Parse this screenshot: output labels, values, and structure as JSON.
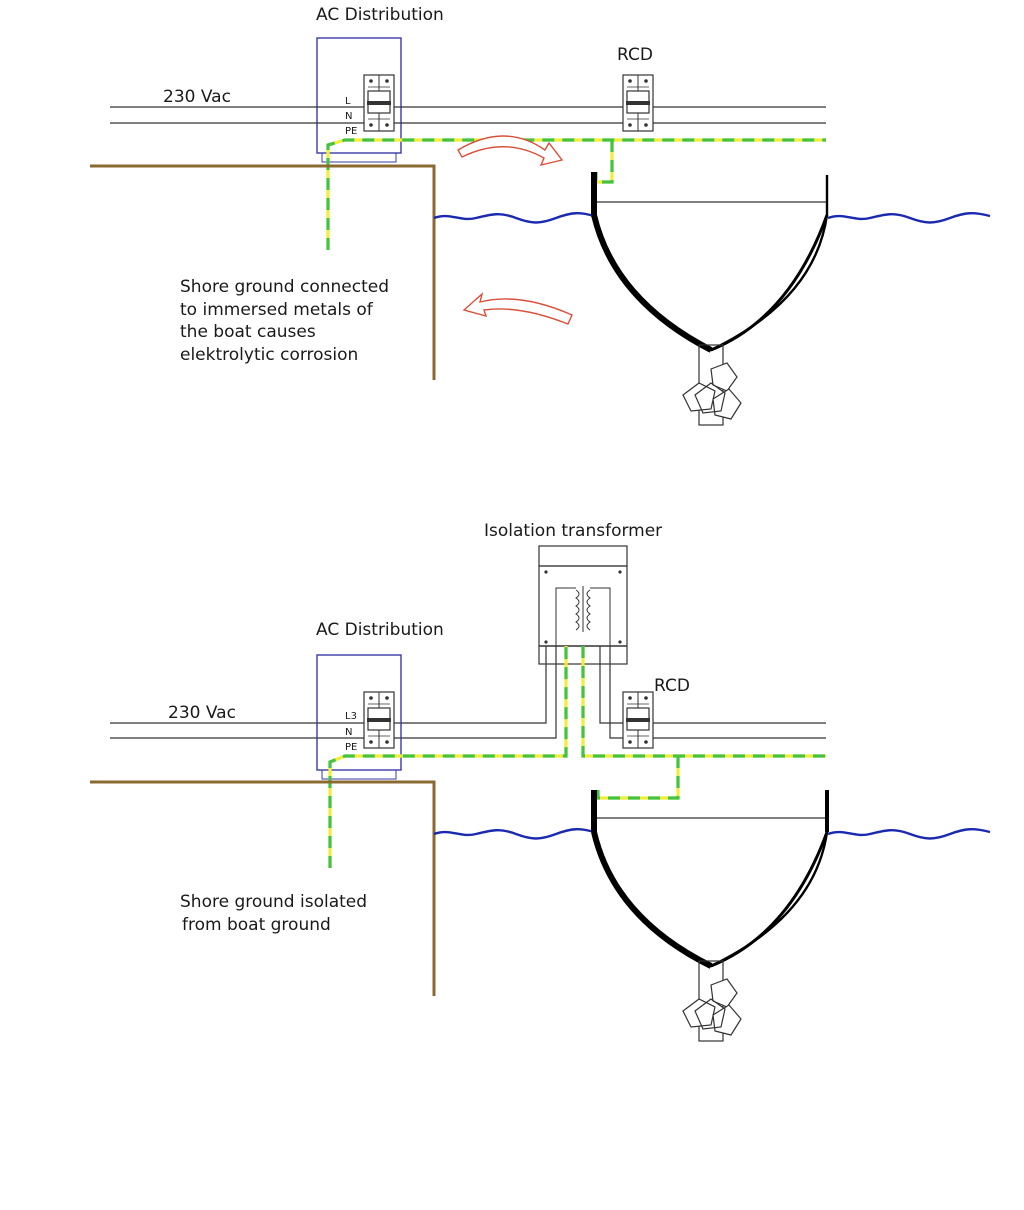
{
  "colors": {
    "background": "#ffffff",
    "power_line": "#333333",
    "distribution_box": "#3a3aa8",
    "earth_green": "#44c244",
    "earth_yellow": "#f0ee3a",
    "quay": "#8b6a30",
    "water": "#1a2ab0",
    "hull": "#000000",
    "arrow_outline": "#d9503a"
  },
  "top_panel": {
    "supply_label": "230 Vac",
    "distribution_label": "AC Distribution",
    "rcd_label": "RCD",
    "terminal_labels": [
      "L",
      "N",
      "PE"
    ],
    "note_lines": [
      "Shore ground connected",
      "to immersed metals of",
      "the boat causes",
      "elektrolytic corrosion"
    ]
  },
  "bottom_panel": {
    "supply_label": "230 Vac",
    "distribution_label": "AC Distribution",
    "transformer_label": "Isolation transformer",
    "rcd_label": "RCD",
    "terminal_labels": [
      "L3",
      "N",
      "PE"
    ],
    "note_lines": [
      "Shore ground isolated",
      "from boat ground"
    ]
  }
}
